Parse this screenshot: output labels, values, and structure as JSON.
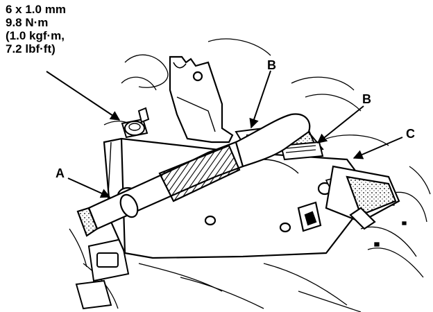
{
  "torque_spec": {
    "line1": "6 x 1.0 mm",
    "line2": "9.8 N·m",
    "line3": "(1.0 kgf·m,",
    "line4": "7.2 lbf·ft)"
  },
  "callouts": {
    "a": "A",
    "b1": "B",
    "b2": "B",
    "c": "C"
  },
  "colors": {
    "ink": "#000000",
    "paper": "#ffffff"
  }
}
